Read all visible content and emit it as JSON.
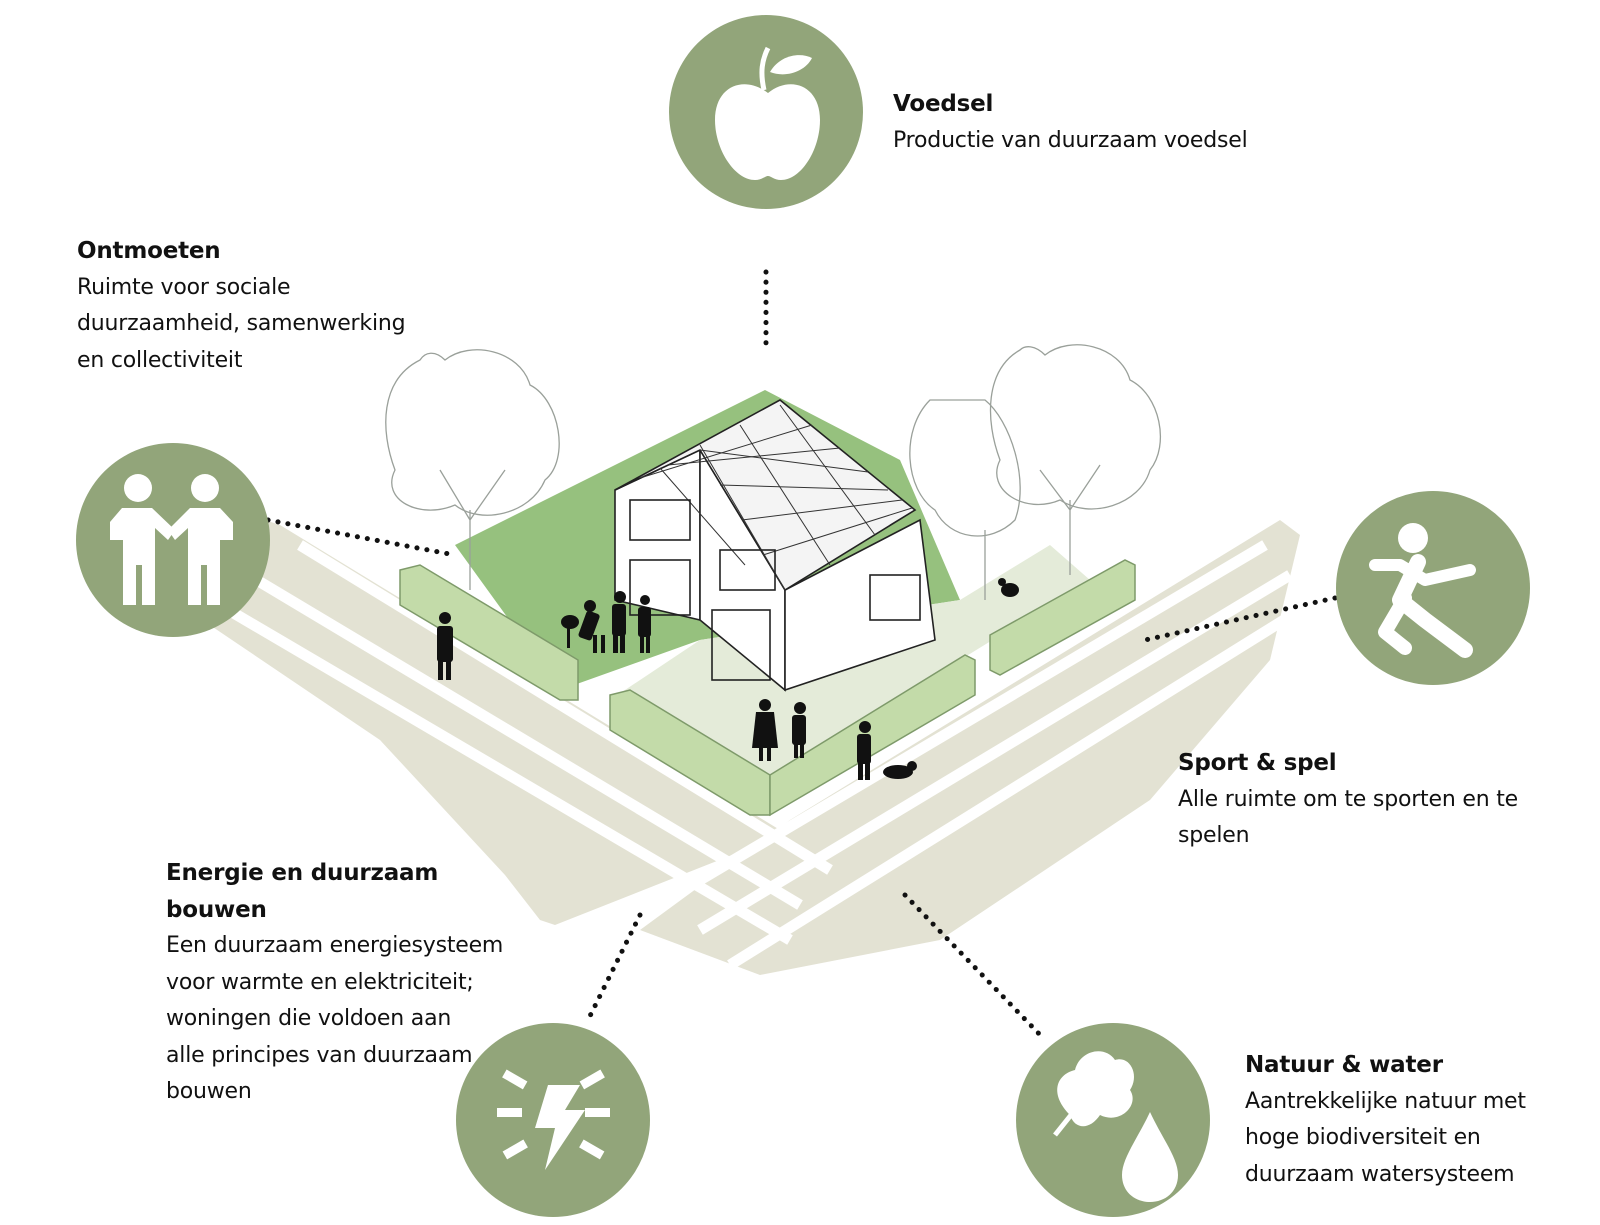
{
  "theme": {
    "circle_color": "#92a57a",
    "icon_color": "#ffffff",
    "road_color": "#e3e2d3",
    "lawn_color": "#96c17e",
    "yard_color": "#e4ebd9",
    "hedge_color": "#c3dba9",
    "text_color": "#111111"
  },
  "labels": {
    "voedsel": {
      "title": "Voedsel",
      "body": "Productie van duurzaam voedsel",
      "icon": "apple-icon"
    },
    "ontmoeten": {
      "title": "Ontmoeten",
      "body": [
        "Ruimte voor sociale",
        "duurzaamheid, samenwerking",
        "en collectiviteit"
      ],
      "icon": "handshake-icon"
    },
    "sport": {
      "title": "Sport & spel",
      "body": [
        "Alle ruimte om te sporten en te",
        "spelen"
      ],
      "icon": "running-person-icon"
    },
    "energie": {
      "title": [
        "Energie en duurzaam",
        "bouwen"
      ],
      "body": [
        "Een duurzaam energiesysteem",
        "voor warmte en elektriciteit;",
        "woningen die voldoen aan",
        "alle principes van duurzaam",
        "bouwen"
      ],
      "icon": "lightning-bolt-icon"
    },
    "natuur": {
      "title": "Natuur & water",
      "body": [
        "Aantrekkelijke natuur met",
        "hoge biodiversiteit en",
        "duurzaam watersysteem"
      ],
      "icon": "leaf-water-drop-icon"
    }
  }
}
